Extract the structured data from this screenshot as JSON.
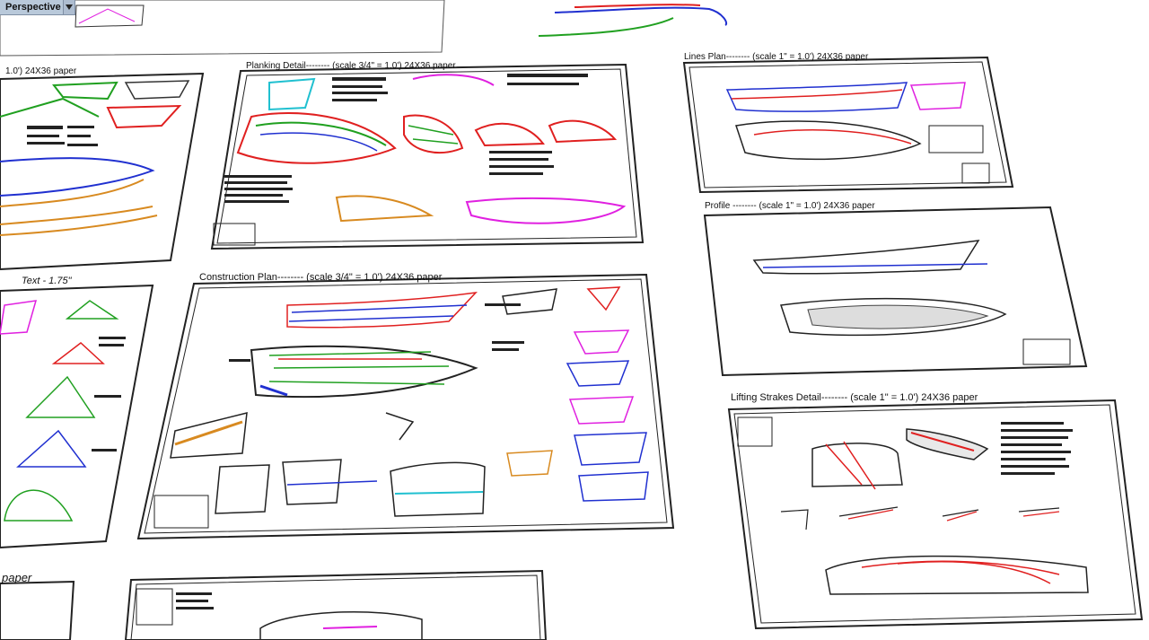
{
  "viewport": {
    "name": "Perspective",
    "menu_icon": "triangle-down-icon"
  },
  "sheets": {
    "top_left_cut": "1.0') 24X36 paper",
    "planking": "Planking Detail-------- (scale 3/4\" = 1.0') 24X36 paper",
    "lines": "Lines Plan-------- (scale 1\" = 1.0') 24X36 paper",
    "profile": "Profile -------- (scale 1\" = 1.0') 24X36 paper",
    "text_sheet": "Text - 1.75\"",
    "construction": "Construction Plan-------- (scale 3/4\" = 1.0') 24X36 paper",
    "lifting": "Lifting Strakes Detail-------- (scale 1\" = 1.0') 24X36 paper",
    "bottom_left_cut": "paper"
  },
  "colors": {
    "sheet_border": "#222222",
    "line_red": "#e02020",
    "line_blue": "#2030d0",
    "line_green": "#20a020",
    "line_magenta": "#e020e0",
    "line_orange": "#d88a20",
    "line_cyan": "#20c0d0"
  }
}
